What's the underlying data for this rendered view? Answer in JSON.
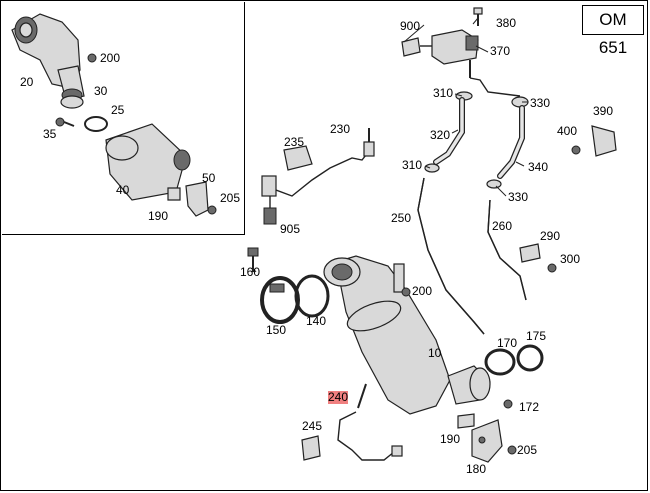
{
  "engine_badge": "OM 651",
  "callouts": {
    "c20a": "20",
    "c200a": "200",
    "c30": "30",
    "c25": "25",
    "c35": "35",
    "c40": "40",
    "c50": "50",
    "c205a": "205",
    "c190a": "190",
    "c900": "900",
    "c380": "380",
    "c370": "370",
    "c310a": "310",
    "c330a": "330",
    "c390": "390",
    "c320": "320",
    "c400": "400",
    "c310b": "310",
    "c340": "340",
    "c330b": "330",
    "c235": "235",
    "c230": "230",
    "c250": "250",
    "c260": "260",
    "c290": "290",
    "c300": "300",
    "c905": "905",
    "c160": "160",
    "c200b": "200",
    "c150": "150",
    "c140": "140",
    "c170": "170",
    "c175": "175",
    "c10": "10",
    "c240": "240",
    "c172": "172",
    "c245": "245",
    "c190b": "190",
    "c205b": "205",
    "c180": "180"
  },
  "highlight_color": "#f08080"
}
